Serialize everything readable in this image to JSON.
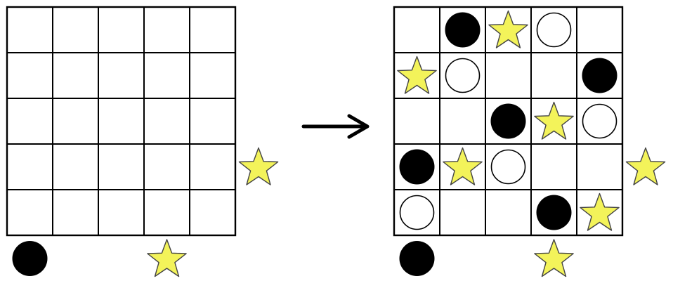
{
  "colors": {
    "grid_line": "#000000",
    "black_piece": "#000000",
    "white_piece_fill": "#ffffff",
    "white_piece_stroke": "#000000",
    "star_fill": "#f3f35a",
    "star_stroke": "#444444",
    "arrow": "#000000"
  },
  "boards": [
    {
      "name": "puzzle-board",
      "rows": 5,
      "cols": 5,
      "cells": [
        [
          "",
          "",
          "",
          "",
          ""
        ],
        [
          "",
          "",
          "",
          "",
          ""
        ],
        [
          "",
          "",
          "",
          "",
          ""
        ],
        [
          "",
          "",
          "",
          "",
          ""
        ],
        [
          "",
          "",
          "",
          "",
          ""
        ]
      ],
      "row_clues": [
        "",
        "",
        "",
        "star",
        ""
      ],
      "col_clues": [
        "black",
        "",
        "",
        "star",
        ""
      ]
    },
    {
      "name": "solution-board",
      "rows": 5,
      "cols": 5,
      "cells": [
        [
          "",
          "black",
          "star",
          "white",
          ""
        ],
        [
          "star",
          "white",
          "",
          "",
          "black"
        ],
        [
          "",
          "",
          "black",
          "star",
          "white"
        ],
        [
          "black",
          "star",
          "white",
          "",
          ""
        ],
        [
          "white",
          "",
          "",
          "black",
          "star"
        ]
      ],
      "row_clues": [
        "",
        "",
        "",
        "star",
        ""
      ],
      "col_clues": [
        "black",
        "",
        "",
        "star",
        ""
      ]
    }
  ],
  "arrow_icon": "right-arrow-icon"
}
